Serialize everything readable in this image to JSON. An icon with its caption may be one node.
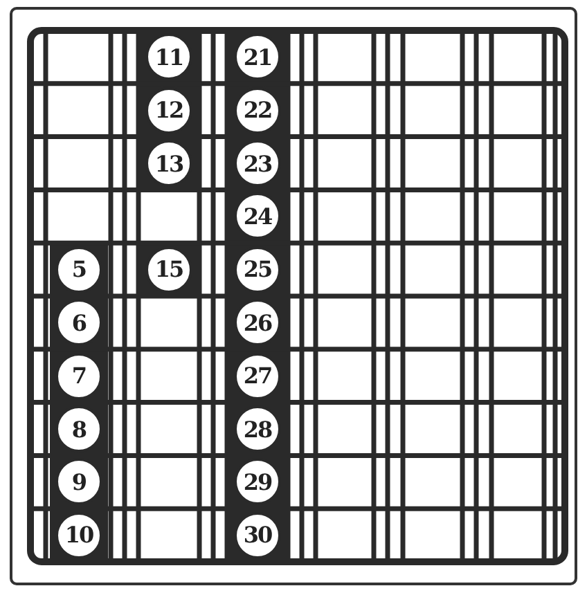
{
  "diagram": {
    "nodes": [
      {
        "text": [
          "11"
        ]
      },
      {
        "text": [
          "21"
        ]
      },
      {
        "text": [
          "12"
        ]
      },
      {
        "text": [
          "22"
        ]
      },
      {
        "text": [
          "13"
        ]
      },
      {
        "text": [
          "23"
        ]
      },
      {
        "text": [
          "24"
        ]
      },
      {
        "text": [
          "5"
        ]
      },
      {
        "text": [
          "15"
        ]
      },
      {
        "text": [
          "25"
        ]
      },
      {
        "text": [
          "6"
        ]
      },
      {
        "text": [
          "26"
        ]
      },
      {
        "text": [
          "7"
        ]
      },
      {
        "text": [
          "27"
        ]
      },
      {
        "text": [
          "8"
        ]
      },
      {
        "text": [
          "28"
        ]
      },
      {
        "text": [
          "9"
        ]
      },
      {
        "text": [
          "29"
        ]
      },
      {
        "text": [
          "10"
        ]
      },
      {
        "text": [
          "30"
        ]
      }
    ]
  }
}
